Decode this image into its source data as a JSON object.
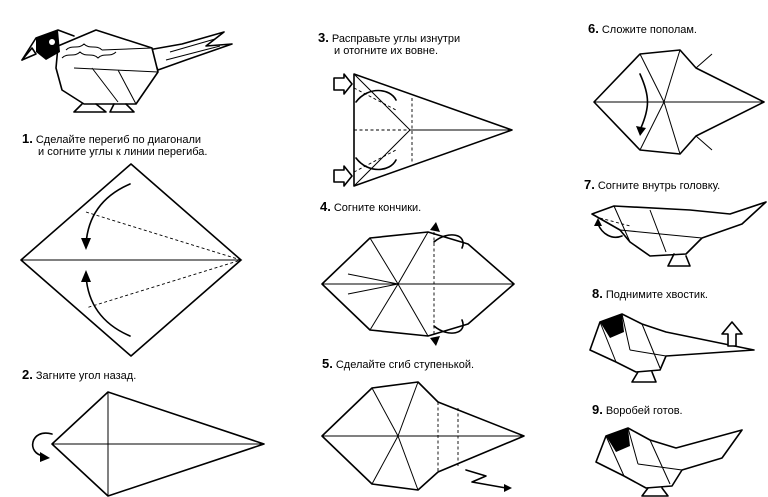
{
  "steps": [
    {
      "num": "1.",
      "line1": "Сделайте перегиб по диагонали",
      "line2": "и согните углы к линии перегиба."
    },
    {
      "num": "2.",
      "line1": "Загните угол назад.",
      "line2": ""
    },
    {
      "num": "3.",
      "line1": "Расправьте углы изнутри",
      "line2": "и отогните их вовне."
    },
    {
      "num": "4.",
      "line1": "Согните кончики.",
      "line2": ""
    },
    {
      "num": "5.",
      "line1": "Сделайте сгиб ступенькой.",
      "line2": ""
    },
    {
      "num": "6.",
      "line1": "Сложите пополам.",
      "line2": ""
    },
    {
      "num": "7.",
      "line1": "Согните внутрь головку.",
      "line2": ""
    },
    {
      "num": "8.",
      "line1": "Поднимите хвостик.",
      "line2": ""
    },
    {
      "num": "9.",
      "line1": "Воробей готов.",
      "line2": ""
    }
  ],
  "icons": [
    "sparrow-icon",
    "fold-arrow-icon",
    "up-arrow-icon",
    "step-arrow-icon"
  ]
}
